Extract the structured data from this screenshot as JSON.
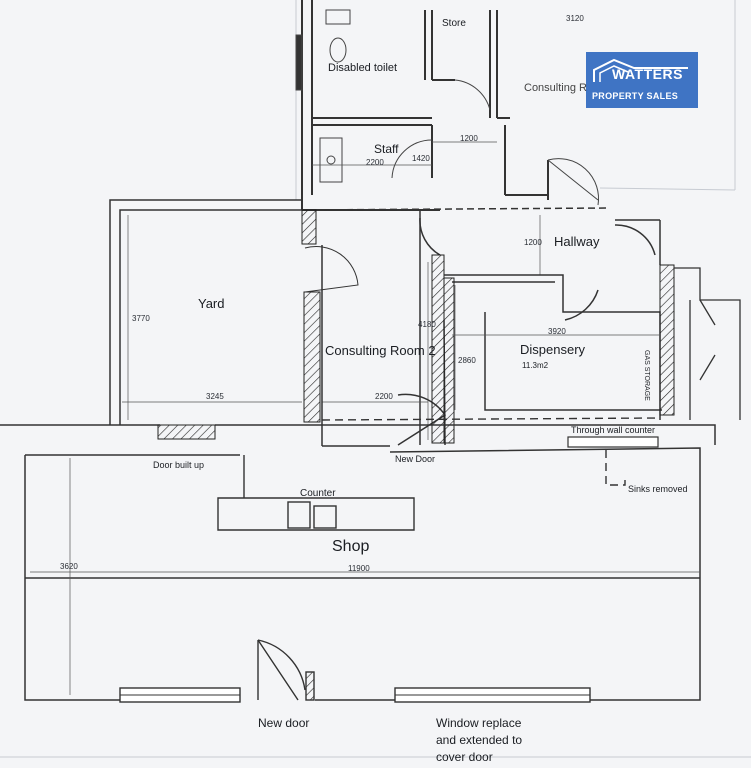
{
  "logo": {
    "line1": "WATTERS",
    "line2": "PROPERTY SALES",
    "color": "#3f74c4"
  },
  "rooms": {
    "disabled_toilet": "Disabled toilet",
    "store": "Store",
    "consulting": "Consulting R",
    "staff": "Staff",
    "hallway": "Hallway",
    "yard": "Yard",
    "consulting_room_2": "Consulting Room 2",
    "dispensery": "Dispensery",
    "dispensery_area": "11.3m2",
    "gas_storage": "GAS STORAGE",
    "shop": "Shop",
    "counter": "Counter"
  },
  "notes": {
    "through_wall_counter": "Through wall counter",
    "new_door_inner": "New Door",
    "door_built_up": "Door built up",
    "sinks_removed": "Sinks removed",
    "new_door_front": "New door",
    "window_line1": "Window replace",
    "window_line2": "and extended to",
    "window_line3": "cover door"
  },
  "dimensions": {
    "d3120": "3120",
    "d1200_top": "1200",
    "d1420": "1420",
    "d2200_staff": "2200",
    "d1200_hall": "1200",
    "d3770": "3770",
    "d4180": "4180",
    "d3920": "3920",
    "d2860": "2860",
    "d3245": "3245",
    "d2200_cr2": "2200",
    "d3620": "3620",
    "d11900": "11900"
  }
}
